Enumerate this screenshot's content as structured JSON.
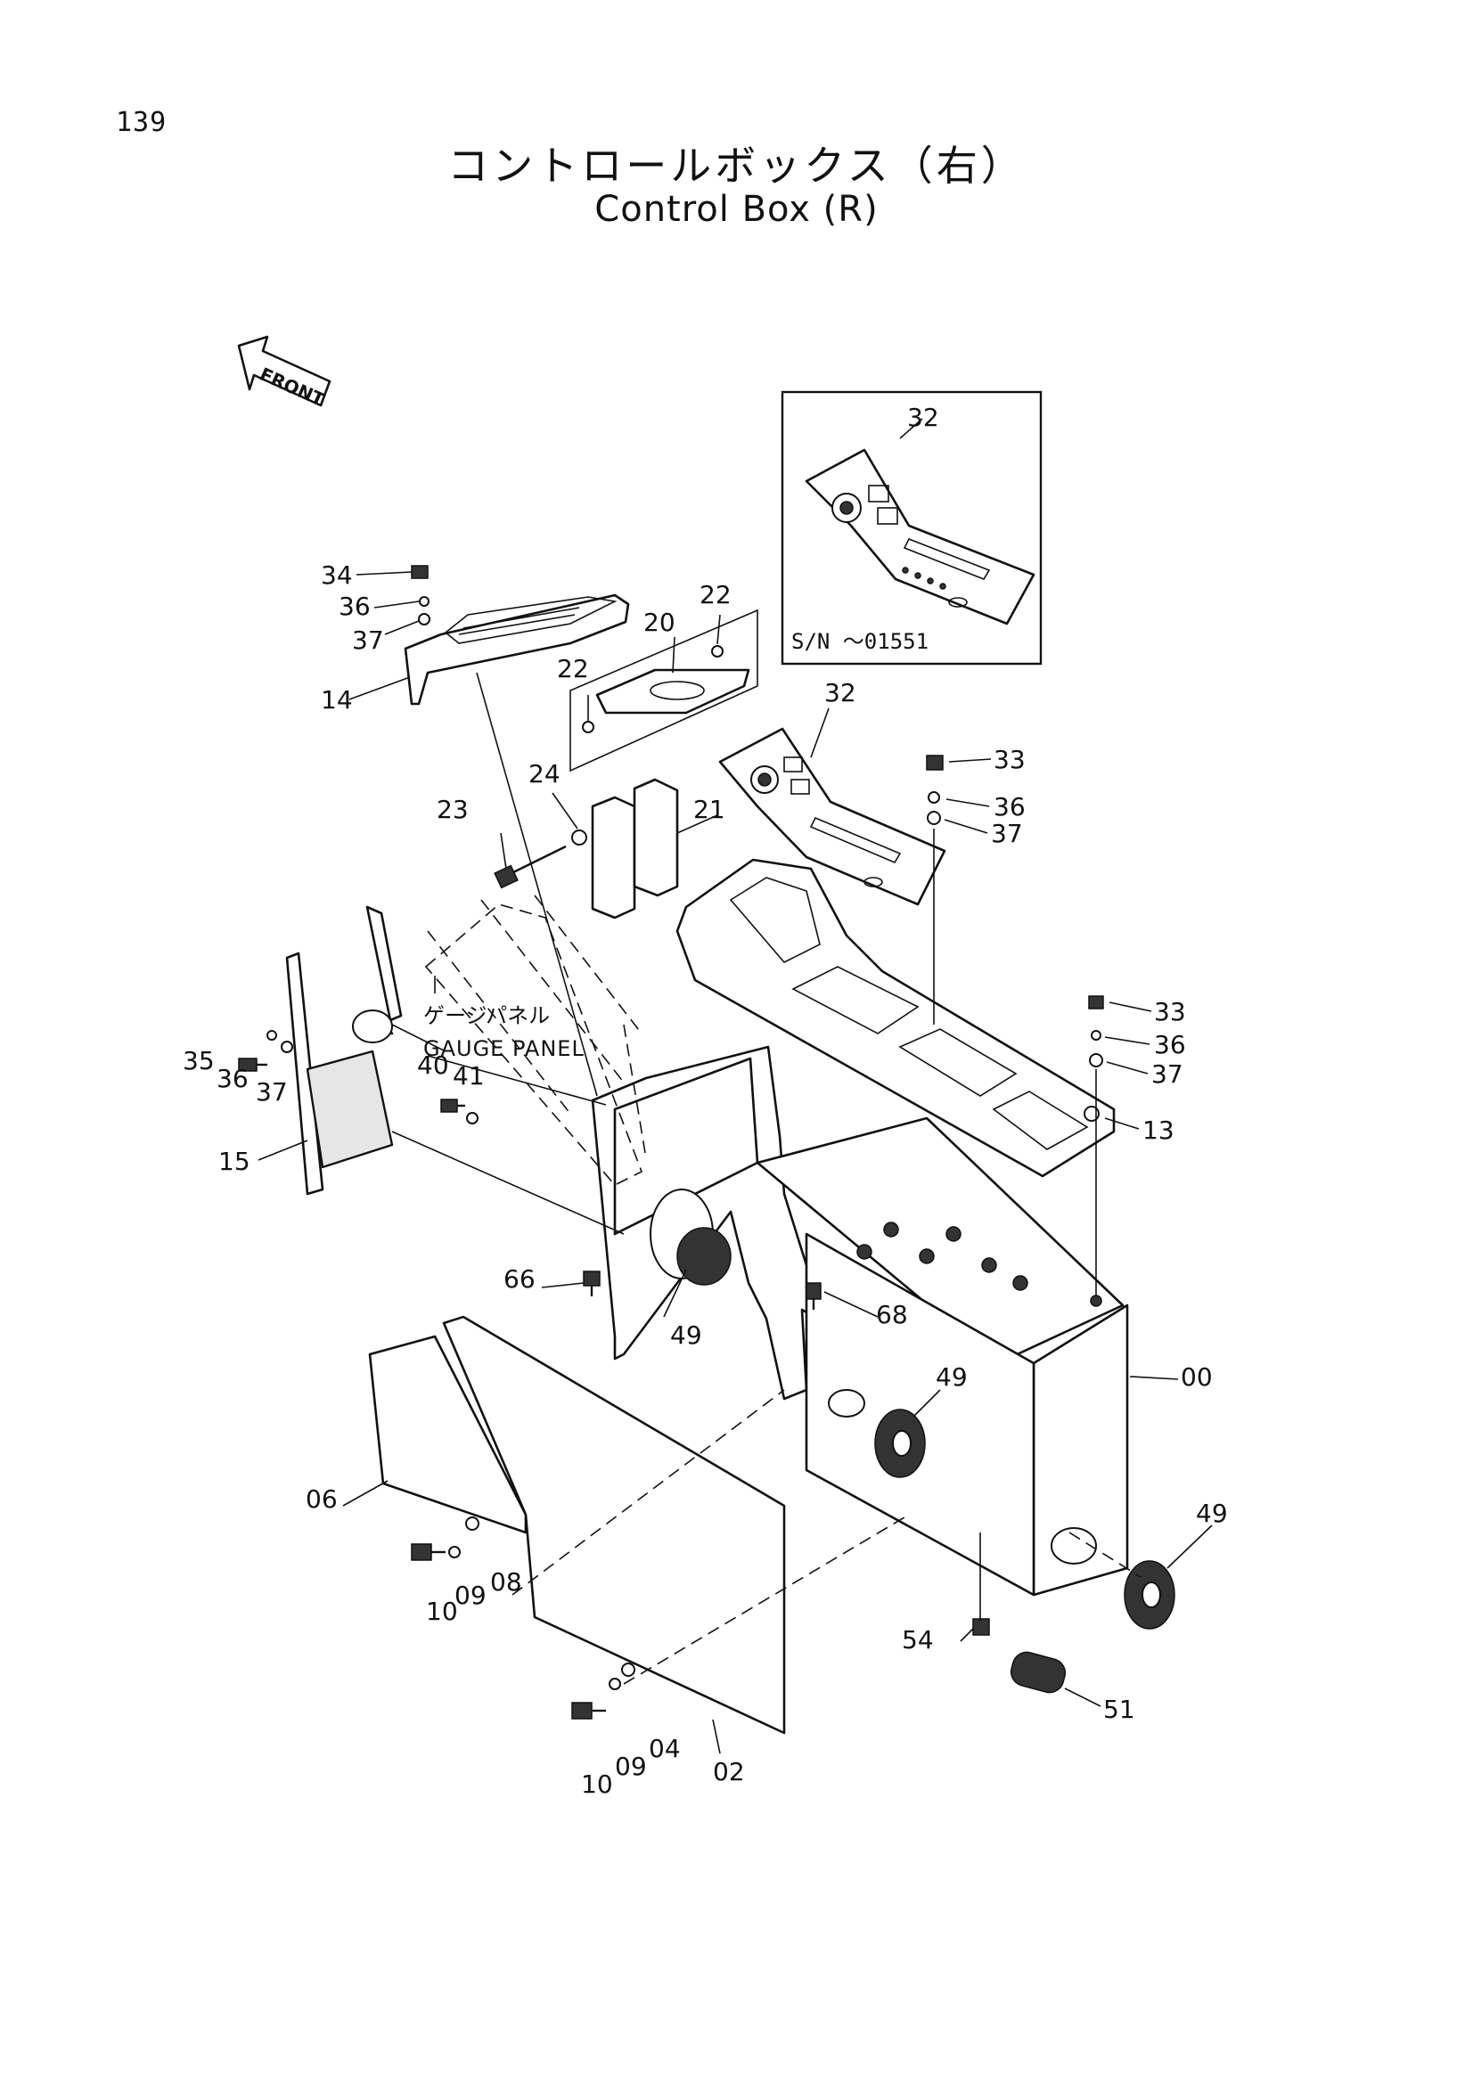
{
  "page_number": "139",
  "title_jp": "コントロールボックス（右）",
  "title_en": "Control Box (R)",
  "front_marker": "FRONT",
  "inset": {
    "part_label": "32",
    "serial_note": "S/N ～01551"
  },
  "annotation": {
    "jp": "ゲージパネル",
    "en": "GAUGE PANEL"
  },
  "callouts": {
    "c34": "34",
    "c36a": "36",
    "c37a": "37",
    "c14": "14",
    "c22a": "22",
    "c20": "20",
    "c22b": "22",
    "c32": "32",
    "c33a": "33",
    "c36b": "36",
    "c37b": "37",
    "c24": "24",
    "c23": "23",
    "c21": "21",
    "c35": "35",
    "c36c": "36",
    "c37c": "37",
    "c40": "40",
    "c41": "41",
    "c33b": "33",
    "c36d": "36",
    "c37d": "37",
    "c13": "13",
    "c15": "15",
    "c66": "66",
    "c68": "68",
    "c49a": "49",
    "c49b": "49",
    "c00": "00",
    "c49c": "49",
    "c06": "06",
    "c10a": "10",
    "c09a": "09",
    "c08": "08",
    "c54": "54",
    "c51": "51",
    "c10b": "10",
    "c09b": "09",
    "c04": "04",
    "c02": "02"
  }
}
